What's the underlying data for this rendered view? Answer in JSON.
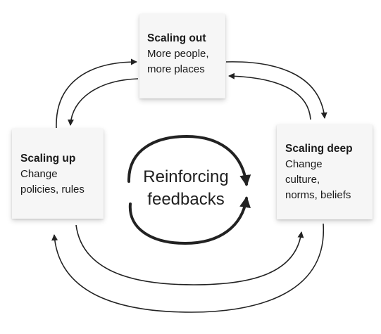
{
  "nodes": {
    "scaling_out": {
      "title": "Scaling out",
      "lines": [
        "More people,",
        "more places"
      ]
    },
    "scaling_up": {
      "title": "Scaling up",
      "lines": [
        "Change",
        "policies, rules"
      ]
    },
    "scaling_deep": {
      "title": "Scaling deep",
      "lines": [
        "Change",
        "culture,",
        "norms, beliefs"
      ]
    }
  },
  "center": {
    "lines": [
      "Reinforcing",
      "feedbacks"
    ]
  },
  "colors": {
    "note_bg": "#f6f6f6",
    "ink": "#1a1a1a",
    "arrow": "#222222"
  }
}
